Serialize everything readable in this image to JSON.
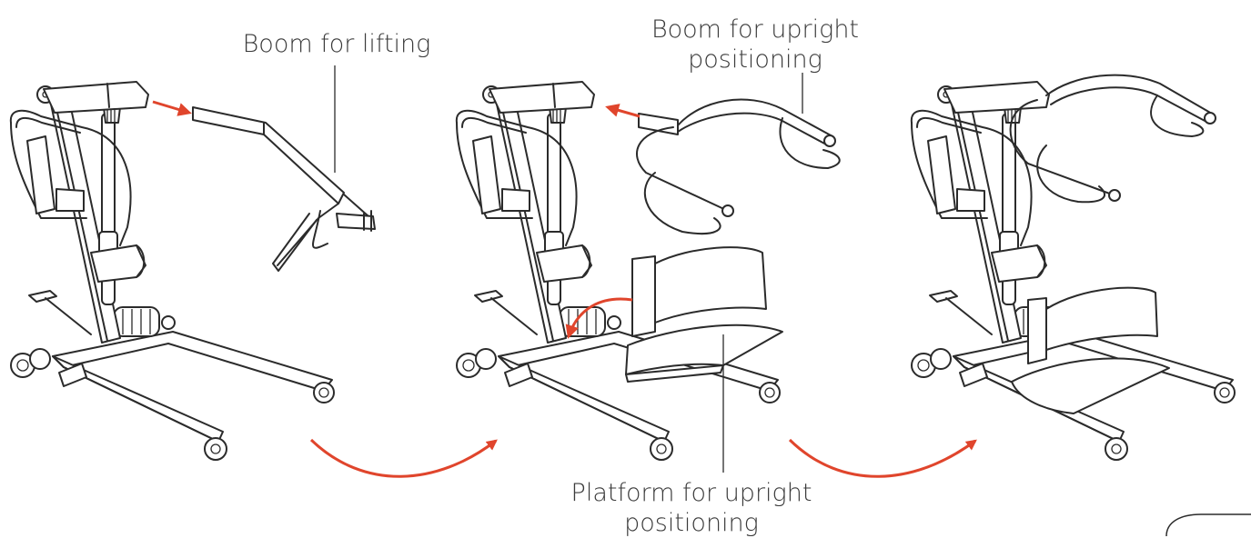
{
  "labels": {
    "boom_lifting": "Boom for lifting",
    "boom_upright_line1": "Boom for upright",
    "boom_upright_line2": "positioning",
    "platform_line1": "Platform for upright",
    "platform_line2": "positioning"
  },
  "colors": {
    "arrow": "#e0452c",
    "line_art": "#2b2b2b",
    "text": "#3a3a3a",
    "background": "#ffffff"
  },
  "steps": [
    {
      "id": "lift-with-lifting-boom",
      "icon": "patient-lift-icon"
    },
    {
      "id": "lift-with-upright-boom-and-platform",
      "icon": "patient-lift-icon"
    },
    {
      "id": "lift-assembled-standing-aid",
      "icon": "patient-lift-icon"
    }
  ]
}
